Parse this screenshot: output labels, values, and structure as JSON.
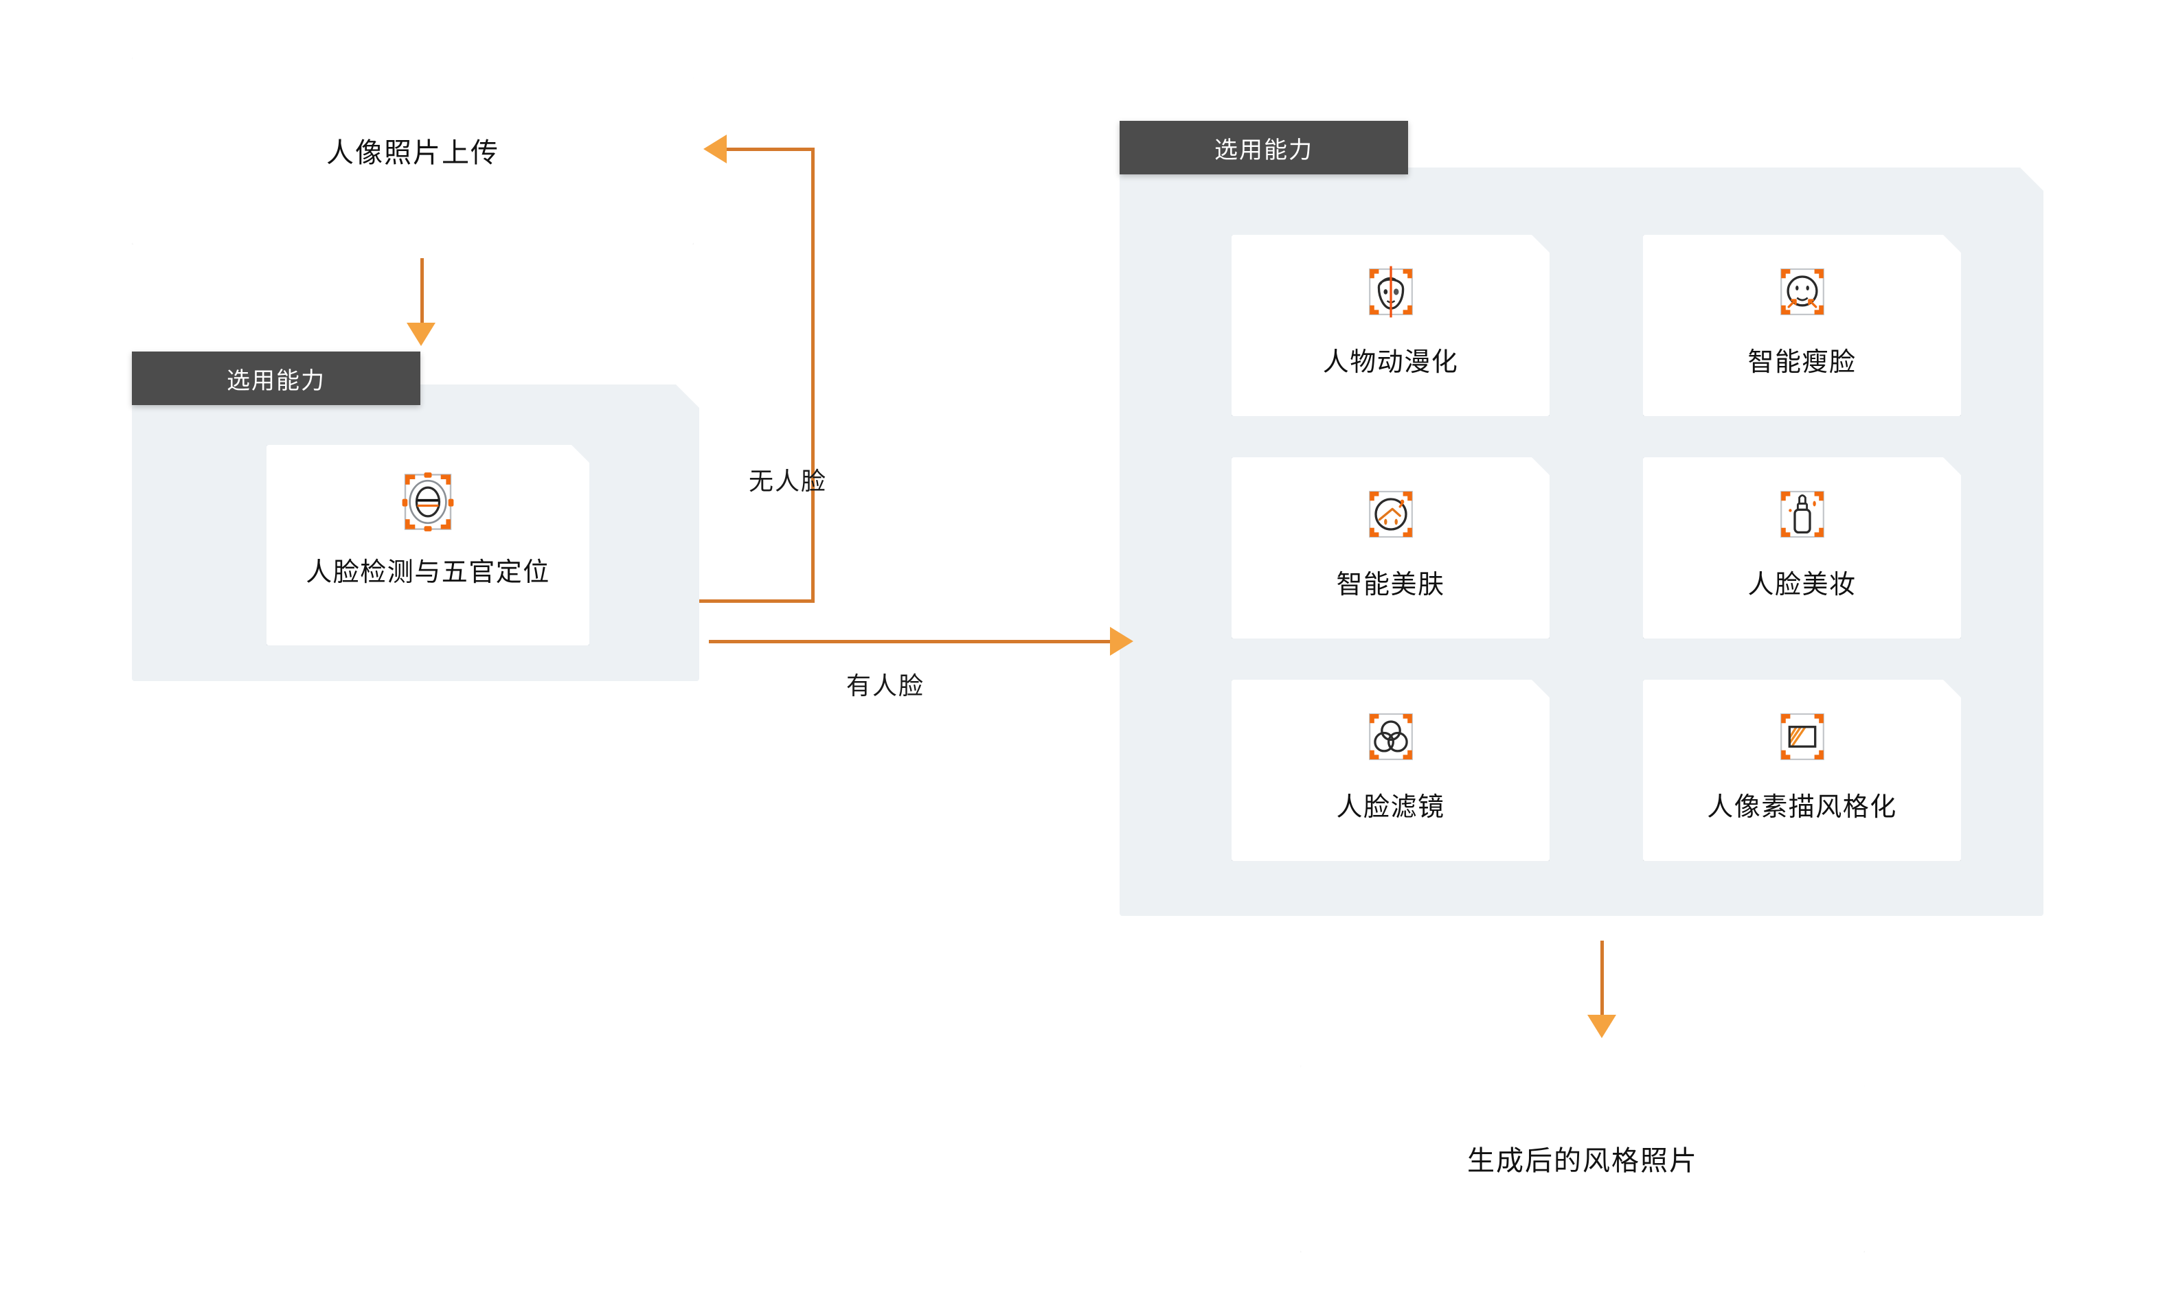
{
  "colors": {
    "canvas_bg": "#ffffff",
    "panel_bg": "#edf1f4",
    "badge_bg": "#4c4c4c",
    "badge_text": "#ffffff",
    "arrow_line": "#d4792c",
    "arrow_head": "#f5a340",
    "accent_orange": "#f26b0f",
    "icon_gray": "#3a3a3a",
    "text": "#121212"
  },
  "nodes": {
    "upload": {
      "label": "人像照片上传"
    },
    "output": {
      "label": "生成后的风格照片"
    }
  },
  "panels": {
    "detect": {
      "badge": "选用能力",
      "tiles": [
        {
          "label": "人脸检测与五官定位",
          "icon": "face-detect-icon"
        }
      ]
    },
    "abilities": {
      "badge": "选用能力",
      "tiles": [
        {
          "label": "人物动漫化",
          "icon": "anime-face-icon"
        },
        {
          "label": "智能瘦脸",
          "icon": "face-slim-icon"
        },
        {
          "label": "智能美肤",
          "icon": "skin-beauty-icon"
        },
        {
          "label": "人脸美妆",
          "icon": "makeup-bottle-icon"
        },
        {
          "label": "人脸滤镜",
          "icon": "color-filter-icon"
        },
        {
          "label": "人像素描风格化",
          "icon": "sketch-style-icon"
        }
      ]
    }
  },
  "edges": {
    "upload_to_detect": {
      "label": ""
    },
    "no_face": {
      "label": "无人脸"
    },
    "has_face": {
      "label": "有人脸"
    },
    "to_output": {
      "label": ""
    }
  }
}
